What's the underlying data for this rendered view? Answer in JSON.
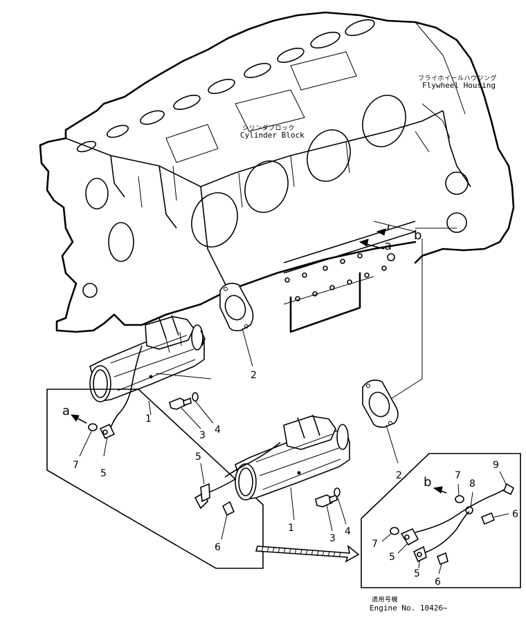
{
  "labels": {
    "flywheel_jp": "フライホイールハウジング",
    "flywheel_en": "Flywheel Housing",
    "cylinder_jp": "シリンダブロック",
    "cylinder_en": "Cylinder Block",
    "ref_a": "a",
    "ref_b": "b",
    "applicable_jp": "適用号機",
    "applicable_en": "Engine No. 10426~"
  },
  "callouts": {
    "p1_top": "1",
    "p2_top": "2",
    "p3_top": "3",
    "p4_top": "4",
    "p5_left": "5",
    "p7_left": "7",
    "p5_mid": "5",
    "p6_mid": "6",
    "p1_bot": "1",
    "p2_bot": "2",
    "p3_bot": "3",
    "p4_bot": "4",
    "p7_inset": "7",
    "p8_inset": "8",
    "p9_inset": "9",
    "p6_inset_r": "6",
    "p7_inset_l": "7",
    "p5_inset_a": "5",
    "p5_inset_b": "5",
    "p6_inset_b": "6"
  },
  "icons": {
    "arrow_a": "arrow-left-icon",
    "arrow_b": "arrow-left-icon",
    "view_arrow": "hatched-arrow-icon"
  }
}
